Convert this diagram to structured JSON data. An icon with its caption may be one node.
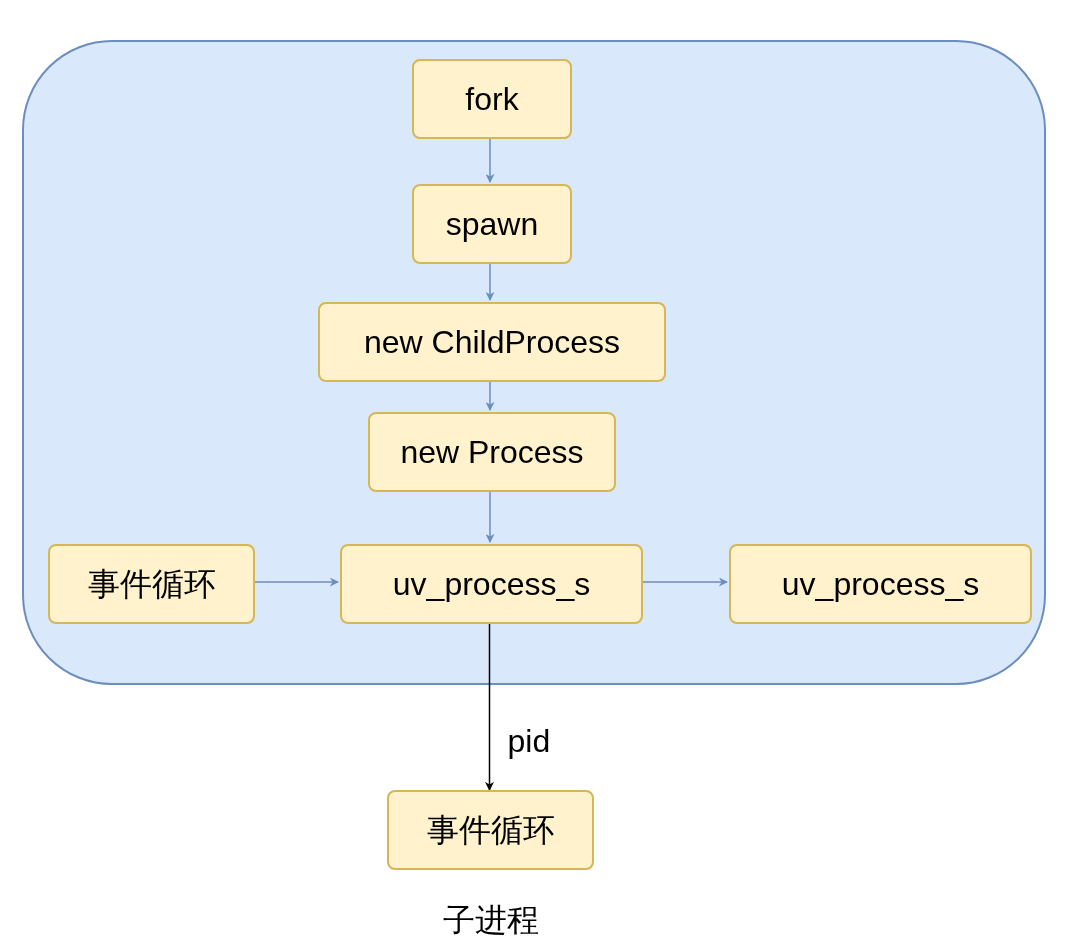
{
  "diagram": {
    "nodes": [
      {
        "text": [],
        "shape": "box"
      },
      {
        "text": [
          "fork"
        ],
        "in": 0
      },
      {
        "text": [
          "spawn"
        ],
        "in": 0
      },
      {
        "text": [
          "new ChildProcess"
        ],
        "in": 0
      },
      {
        "text": [
          "new Process"
        ],
        "in": 0
      },
      {
        "text": [
          "事件循环"
        ],
        "in": 0
      },
      {
        "text": [
          "uv_process_s"
        ],
        "in": 0
      },
      {
        "text": [
          "uv_process_s"
        ],
        "in": 0
      },
      {
        "text": [
          "事件循环"
        ],
        "beside": [
          "子进程"
        ]
      }
    ],
    "edges": [
      {
        "from": 1,
        "to": 2,
        "arrow": "to"
      },
      {
        "from": 2,
        "to": 3,
        "arrow": "to"
      },
      {
        "from": 3,
        "to": 4,
        "arrow": "to"
      },
      {
        "from": 4,
        "to": 6,
        "arrow": "to"
      },
      {
        "from": 5,
        "to": 6,
        "arrow": "to"
      },
      {
        "from": 6,
        "to": 7,
        "arrow": "to"
      },
      {
        "from": 6,
        "to": 8,
        "arrow": "to",
        "label": "pid",
        "color": "#000000"
      }
    ]
  }
}
